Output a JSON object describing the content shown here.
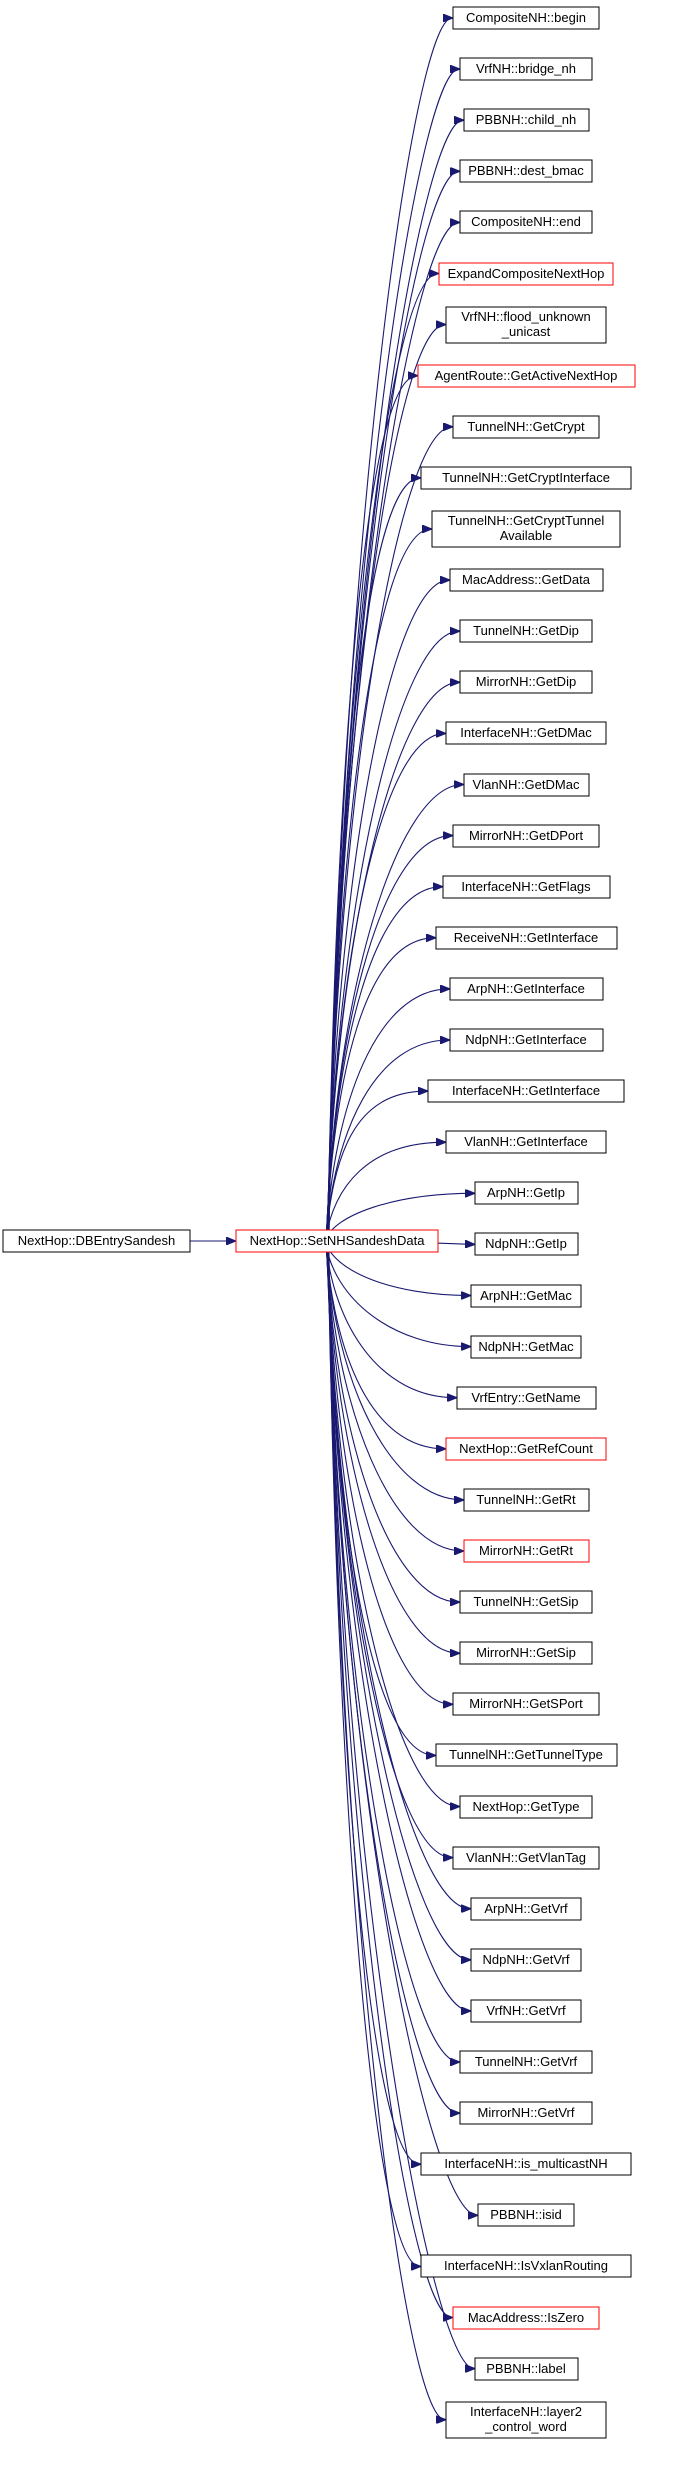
{
  "colors": {
    "edge": "#191970",
    "root_fill": "#bfbfbf",
    "root_border": "#000000",
    "normal_border": "#000000",
    "red_border": "#ff0000",
    "text": "#000000"
  },
  "root": {
    "label": "NextHop::DBEntrySandesh",
    "border": "black"
  },
  "hub": {
    "label": "NextHop::SetNHSandeshData",
    "border": "red"
  },
  "callees": [
    {
      "lines": [
        "CompositeNH::begin"
      ],
      "border": "black"
    },
    {
      "lines": [
        "VrfNH::bridge_nh"
      ],
      "border": "black"
    },
    {
      "lines": [
        "PBBNH::child_nh"
      ],
      "border": "black"
    },
    {
      "lines": [
        "PBBNH::dest_bmac"
      ],
      "border": "black"
    },
    {
      "lines": [
        "CompositeNH::end"
      ],
      "border": "black"
    },
    {
      "lines": [
        "ExpandCompositeNextHop"
      ],
      "border": "red"
    },
    {
      "lines": [
        "VrfNH::flood_unknown",
        "_unicast"
      ],
      "border": "black"
    },
    {
      "lines": [
        "AgentRoute::GetActiveNextHop"
      ],
      "border": "red"
    },
    {
      "lines": [
        "TunnelNH::GetCrypt"
      ],
      "border": "black"
    },
    {
      "lines": [
        "TunnelNH::GetCryptInterface"
      ],
      "border": "black"
    },
    {
      "lines": [
        "TunnelNH::GetCryptTunnel",
        "Available"
      ],
      "border": "black"
    },
    {
      "lines": [
        "MacAddress::GetData"
      ],
      "border": "black"
    },
    {
      "lines": [
        "TunnelNH::GetDip"
      ],
      "border": "black"
    },
    {
      "lines": [
        "MirrorNH::GetDip"
      ],
      "border": "black"
    },
    {
      "lines": [
        "InterfaceNH::GetDMac"
      ],
      "border": "black"
    },
    {
      "lines": [
        "VlanNH::GetDMac"
      ],
      "border": "black"
    },
    {
      "lines": [
        "MirrorNH::GetDPort"
      ],
      "border": "black"
    },
    {
      "lines": [
        "InterfaceNH::GetFlags"
      ],
      "border": "black"
    },
    {
      "lines": [
        "ReceiveNH::GetInterface"
      ],
      "border": "black"
    },
    {
      "lines": [
        "ArpNH::GetInterface"
      ],
      "border": "black"
    },
    {
      "lines": [
        "NdpNH::GetInterface"
      ],
      "border": "black"
    },
    {
      "lines": [
        "InterfaceNH::GetInterface"
      ],
      "border": "black"
    },
    {
      "lines": [
        "VlanNH::GetInterface"
      ],
      "border": "black"
    },
    {
      "lines": [
        "ArpNH::GetIp"
      ],
      "border": "black"
    },
    {
      "lines": [
        "NdpNH::GetIp"
      ],
      "border": "black"
    },
    {
      "lines": [
        "ArpNH::GetMac"
      ],
      "border": "black"
    },
    {
      "lines": [
        "NdpNH::GetMac"
      ],
      "border": "black"
    },
    {
      "lines": [
        "VrfEntry::GetName"
      ],
      "border": "black"
    },
    {
      "lines": [
        "NextHop::GetRefCount"
      ],
      "border": "red"
    },
    {
      "lines": [
        "TunnelNH::GetRt"
      ],
      "border": "black"
    },
    {
      "lines": [
        "MirrorNH::GetRt"
      ],
      "border": "red"
    },
    {
      "lines": [
        "TunnelNH::GetSip"
      ],
      "border": "black"
    },
    {
      "lines": [
        "MirrorNH::GetSip"
      ],
      "border": "black"
    },
    {
      "lines": [
        "MirrorNH::GetSPort"
      ],
      "border": "black"
    },
    {
      "lines": [
        "TunnelNH::GetTunnelType"
      ],
      "border": "black"
    },
    {
      "lines": [
        "NextHop::GetType"
      ],
      "border": "black"
    },
    {
      "lines": [
        "VlanNH::GetVlanTag"
      ],
      "border": "black"
    },
    {
      "lines": [
        "ArpNH::GetVrf"
      ],
      "border": "black"
    },
    {
      "lines": [
        "NdpNH::GetVrf"
      ],
      "border": "black"
    },
    {
      "lines": [
        "VrfNH::GetVrf"
      ],
      "border": "black"
    },
    {
      "lines": [
        "TunnelNH::GetVrf"
      ],
      "border": "black"
    },
    {
      "lines": [
        "MirrorNH::GetVrf"
      ],
      "border": "black"
    },
    {
      "lines": [
        "InterfaceNH::is_multicastNH"
      ],
      "border": "black"
    },
    {
      "lines": [
        "PBBNH::isid"
      ],
      "border": "black"
    },
    {
      "lines": [
        "InterfaceNH::IsVxlanRouting"
      ],
      "border": "black"
    },
    {
      "lines": [
        "MacAddress::IsZero"
      ],
      "border": "red"
    },
    {
      "lines": [
        "PBBNH::label"
      ],
      "border": "black"
    },
    {
      "lines": [
        "InterfaceNH::layer2",
        "_control_word"
      ],
      "border": "black"
    }
  ]
}
